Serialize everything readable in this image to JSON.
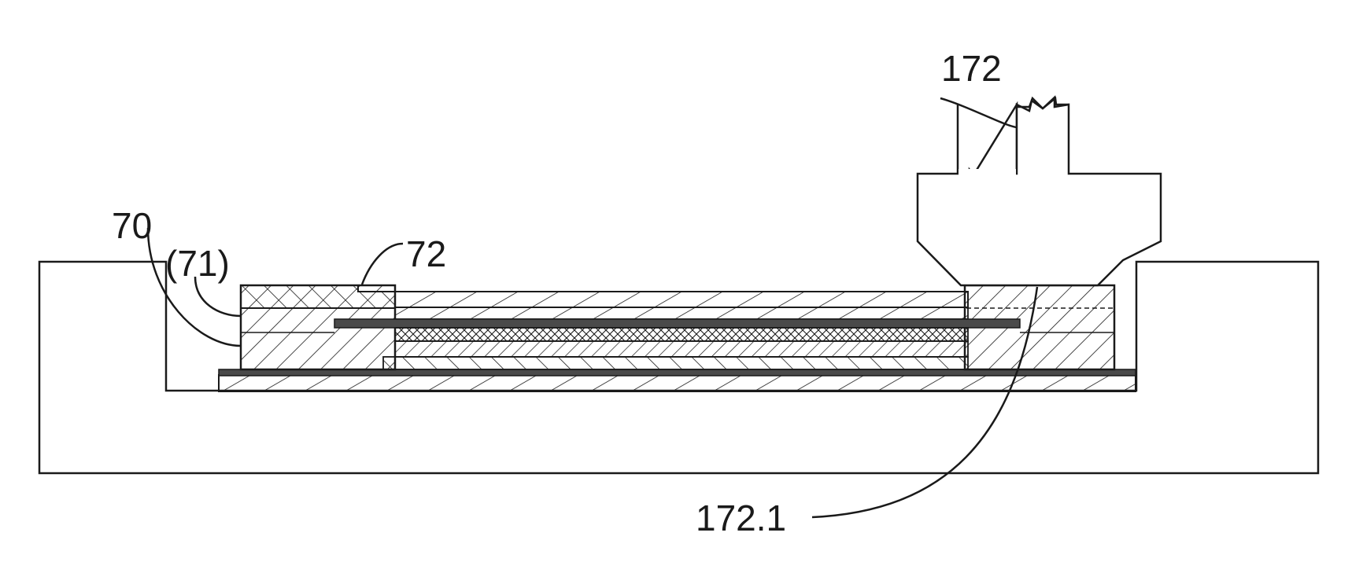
{
  "figure": {
    "labels": {
      "ref_70": "70",
      "ref_71": "(71)",
      "ref_72": "72",
      "ref_172": "172",
      "ref_172_1": "172.1"
    },
    "colors": {
      "line": "#1a1a1a",
      "background": "#ffffff",
      "dark_layer": "#4a4a4a"
    }
  }
}
